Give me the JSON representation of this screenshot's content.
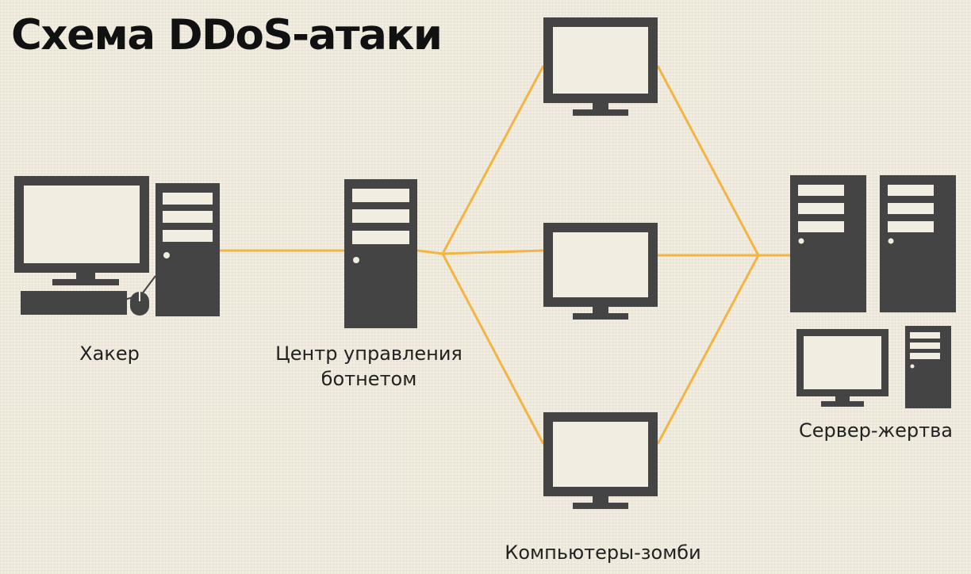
{
  "title": "Схема DDoS-атаки",
  "nodes": {
    "hacker": {
      "label": "Хакер"
    },
    "botnet_center": {
      "label_line1": "Центр управления",
      "label_line2": "ботнетом"
    },
    "zombies": {
      "label": "Компьютеры-зомби"
    },
    "victim": {
      "label": "Сервер-жертва"
    }
  },
  "colors": {
    "device": "#444444",
    "connection": "#f2b544",
    "background": "#f1ede1"
  },
  "icons": [
    "desktop-computer-icon",
    "server-tower-icon",
    "monitor-icon"
  ]
}
